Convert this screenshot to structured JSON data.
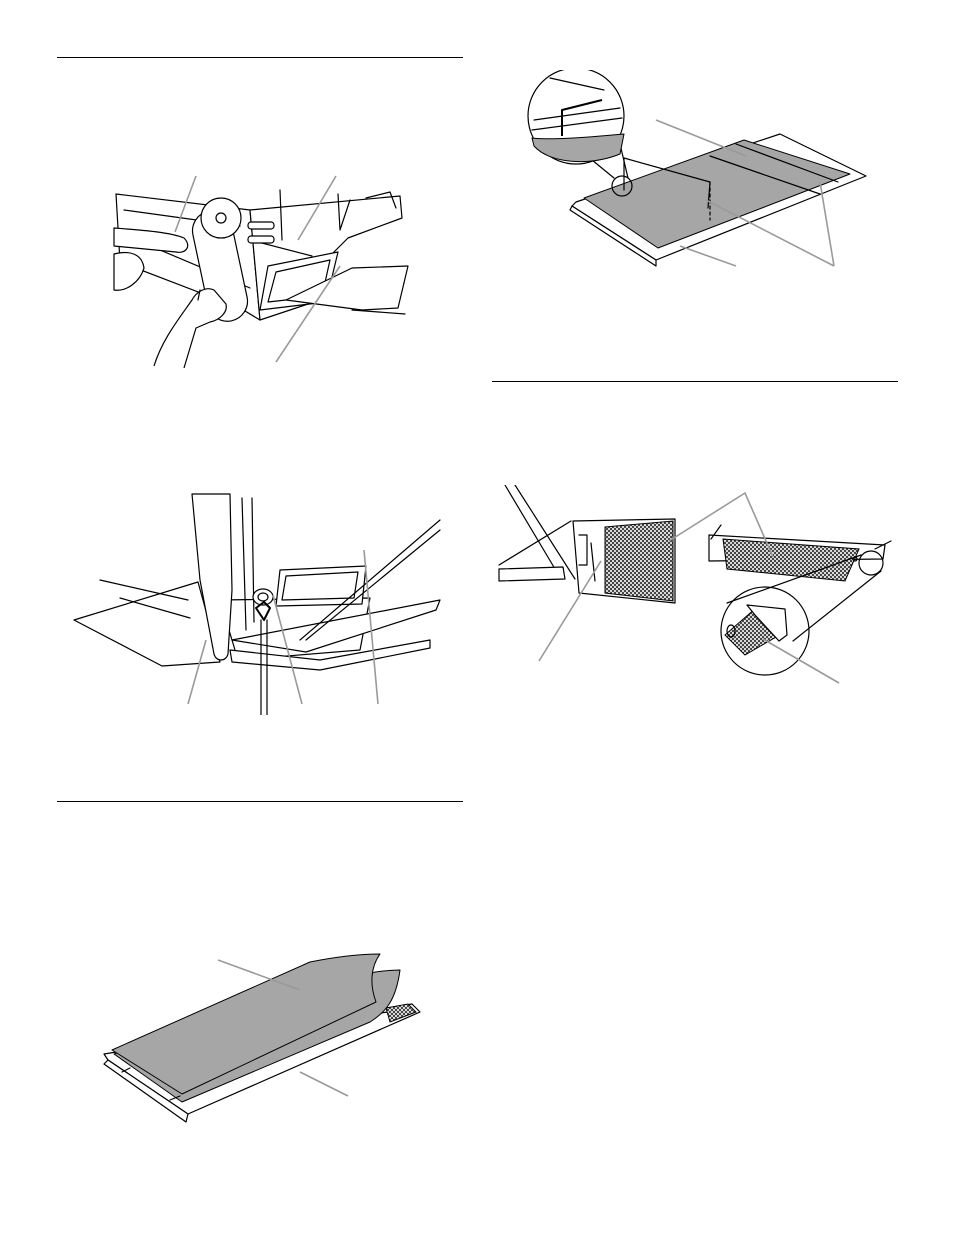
{
  "figures": [
    {
      "id": "fig-remove-grease-filter",
      "icon": "filter-latch-release-illustration"
    },
    {
      "id": "fig-release-screw",
      "icon": "screwdriver-screw-illustration"
    },
    {
      "id": "fig-remove-filter-pad",
      "icon": "filter-pad-peel-illustration"
    },
    {
      "id": "fig-filter-pad-placement",
      "icon": "filter-pad-frame-illustration"
    },
    {
      "id": "fig-install-mesh-filter",
      "icon": "mesh-filter-install-illustration"
    }
  ],
  "colors": {
    "line": "#000000",
    "leader": "#9a9a9a",
    "pad_fill": "#a6a6a6",
    "background": "#ffffff"
  }
}
